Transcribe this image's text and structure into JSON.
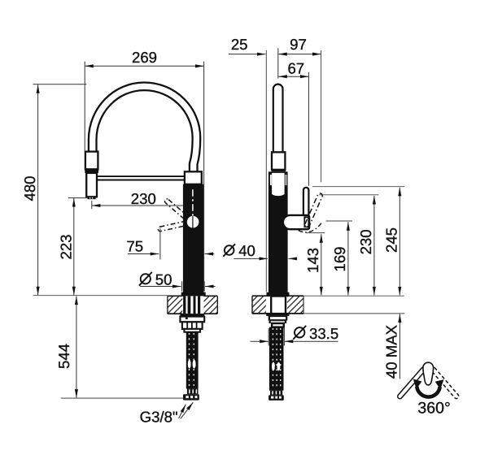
{
  "colors": {
    "ink": "#111111",
    "paper": "#ffffff"
  },
  "front_view": {
    "hose_arc_width": "269",
    "height_above_counter": "480",
    "spray_head_height": "223",
    "spray_to_body_axis": "230",
    "lever_reach": "75",
    "body_diameter": {
      "symbol": "Ø",
      "value": "50"
    },
    "under_counter_length": "544",
    "supply_thread": "G3/8\""
  },
  "side_view": {
    "base_to_spout_axis": "25",
    "spout_axis_to_lever_tip": "97",
    "spout_axis_to_lever": "67",
    "body_diameter": {
      "symbol": "Ø",
      "value": "40"
    },
    "handle_bottom_height": "143",
    "handle_pivot_height": "169",
    "lever_tilted_height": "230",
    "lever_top_height": "245",
    "hose_diameter": {
      "symbol": "Ø",
      "value": "33.5"
    },
    "counter_thickness_max": "40 MAX"
  },
  "rotation_icon": {
    "label": "360°"
  }
}
